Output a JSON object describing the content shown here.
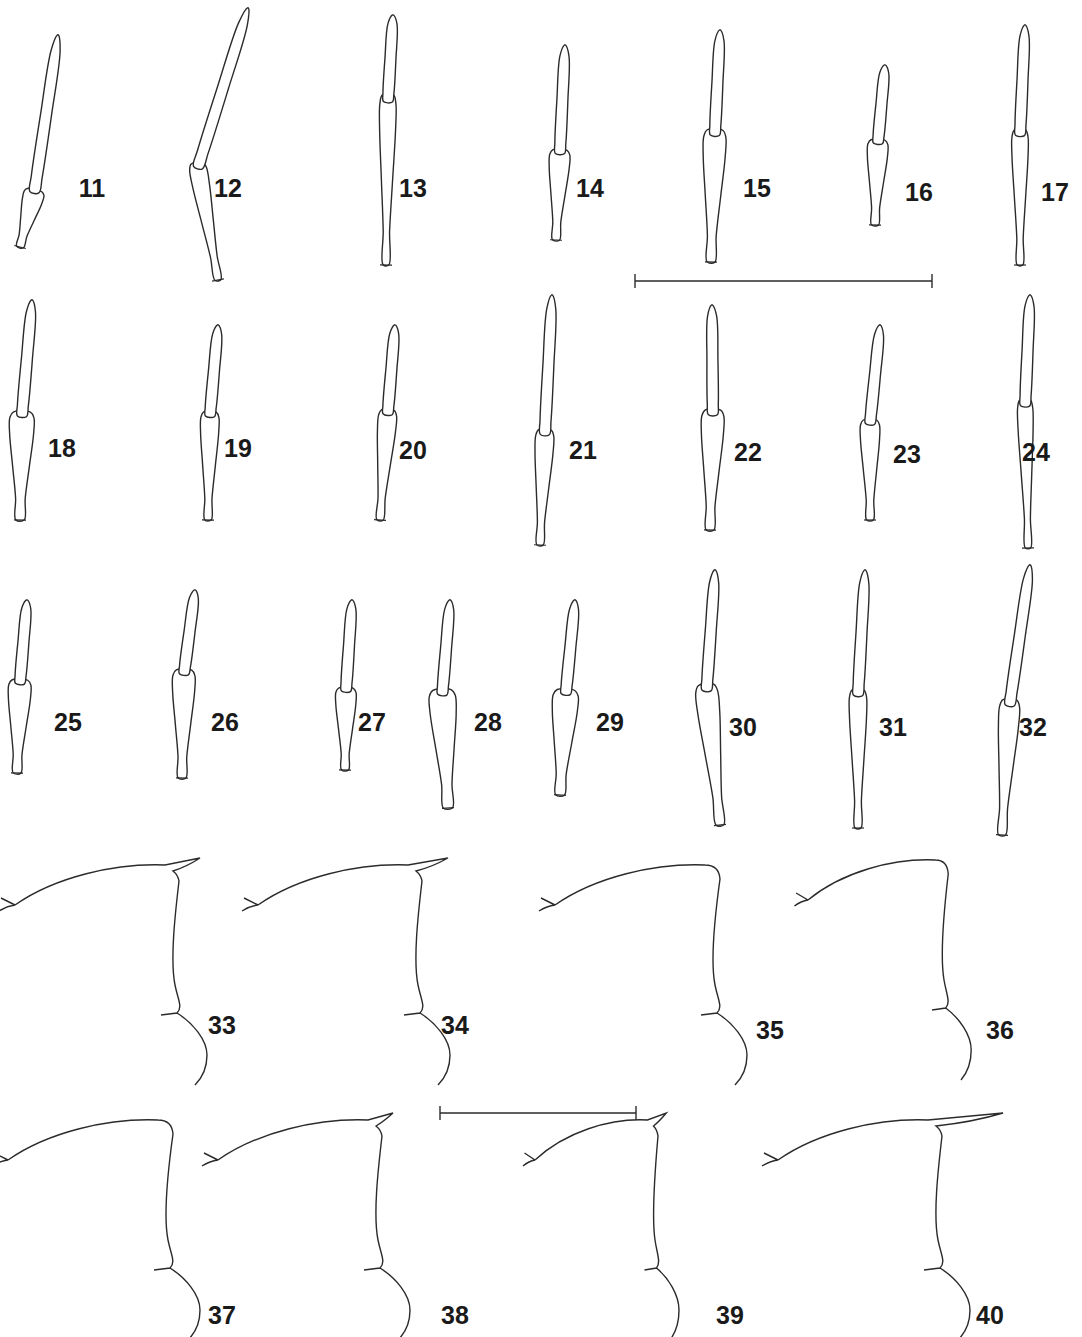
{
  "diagram": {
    "labels": [
      "11",
      "12",
      "13",
      "14",
      "15",
      "16",
      "17",
      "18",
      "19",
      "20",
      "21",
      "22",
      "23",
      "24",
      "25",
      "26",
      "27",
      "28",
      "29",
      "30",
      "31",
      "32",
      "33",
      "34",
      "35",
      "36",
      "37",
      "38",
      "39",
      "40"
    ]
  }
}
